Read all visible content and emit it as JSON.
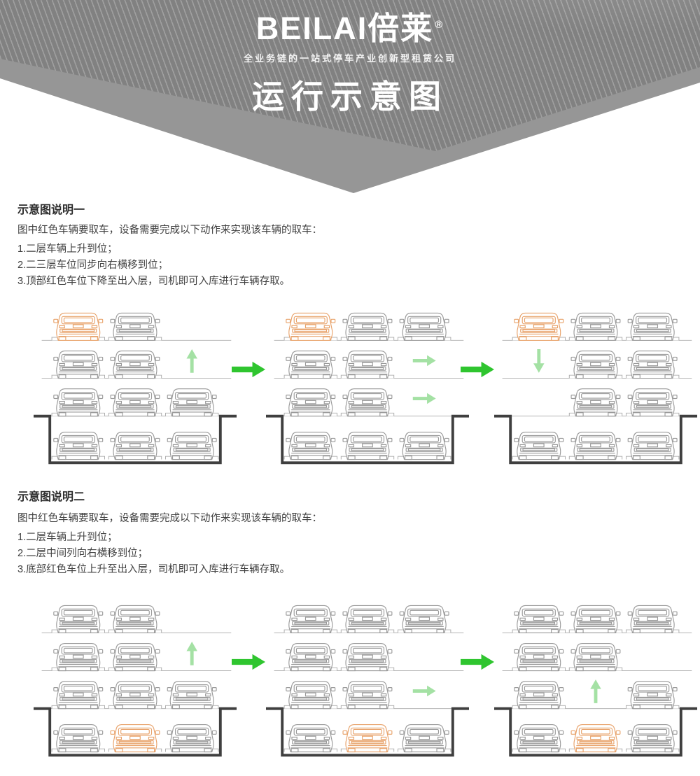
{
  "header": {
    "logo": "BEILAI倍莱",
    "reg_mark": "®",
    "tagline": "全业务链的一站式停车产业创新型租赁公司",
    "title": "运行示意图"
  },
  "colors": {
    "banner_face": "#969696",
    "banner_stripe_dark": "#818181",
    "banner_stripe_light": "#a0a0a0",
    "car_gray": "#9a9a9a",
    "car_red": "#e8a26a",
    "arrow_big_green": "#2fc52f",
    "arrow_small_green": "#9ade9a",
    "pit_dark": "#3f3f3f",
    "line_gray": "#b5b5b5",
    "stub_gray": "#adadad",
    "heading_text": "#2d2d2d",
    "body_text": "#404040"
  },
  "sections": [
    {
      "heading": "示意图说明一",
      "intro": "图中红色车辆要取车，设备需要完成以下动作来实现该车辆的取车：",
      "steps": [
        "1.二层车辆上升到位；",
        "2.二三层车位同步向右横移到位；",
        "3.顶部红色车位下降至出入层，司机即可入库进行车辆存取。"
      ],
      "states": [
        {
          "rows": [
            [
              "red",
              "car",
              "empty"
            ],
            [
              "car",
              "car",
              "arrow-up"
            ],
            [
              "car",
              "car",
              "car"
            ],
            [
              "car",
              "car",
              "car"
            ]
          ]
        },
        {
          "rows": [
            [
              "red",
              "car",
              "car"
            ],
            [
              "car",
              "car",
              "arrow-right"
            ],
            [
              "car",
              "car",
              "arrow-right"
            ],
            [
              "car",
              "car",
              "car"
            ]
          ]
        },
        {
          "rows": [
            [
              "red",
              "car",
              "car"
            ],
            [
              "arrow-down",
              "car",
              "car"
            ],
            [
              "empty",
              "car",
              "car"
            ],
            [
              "car",
              "car",
              "car"
            ]
          ]
        }
      ]
    },
    {
      "heading": "示意图说明二",
      "intro": "图中红色车辆要取车，设备需要完成以下动作来实现该车辆的取车：",
      "steps": [
        "1.二层车辆上升到位；",
        "2.二层中间列向右横移到位；",
        "3.底部红色车位上升至出入层，司机即可入库进行车辆存取。"
      ],
      "states": [
        {
          "rows": [
            [
              "car",
              "car",
              "empty"
            ],
            [
              "car",
              "car",
              "arrow-up"
            ],
            [
              "car",
              "car",
              "car"
            ],
            [
              "car",
              "red",
              "car"
            ]
          ]
        },
        {
          "rows": [
            [
              "car",
              "car",
              "car"
            ],
            [
              "car",
              "car",
              "empty"
            ],
            [
              "car",
              "car",
              "arrow-right"
            ],
            [
              "car",
              "red",
              "car"
            ]
          ]
        },
        {
          "rows": [
            [
              "car",
              "car",
              "car"
            ],
            [
              "car",
              "car",
              "empty"
            ],
            [
              "car",
              "arrow-up",
              "car"
            ],
            [
              "car",
              "red",
              "car"
            ]
          ]
        }
      ]
    }
  ]
}
